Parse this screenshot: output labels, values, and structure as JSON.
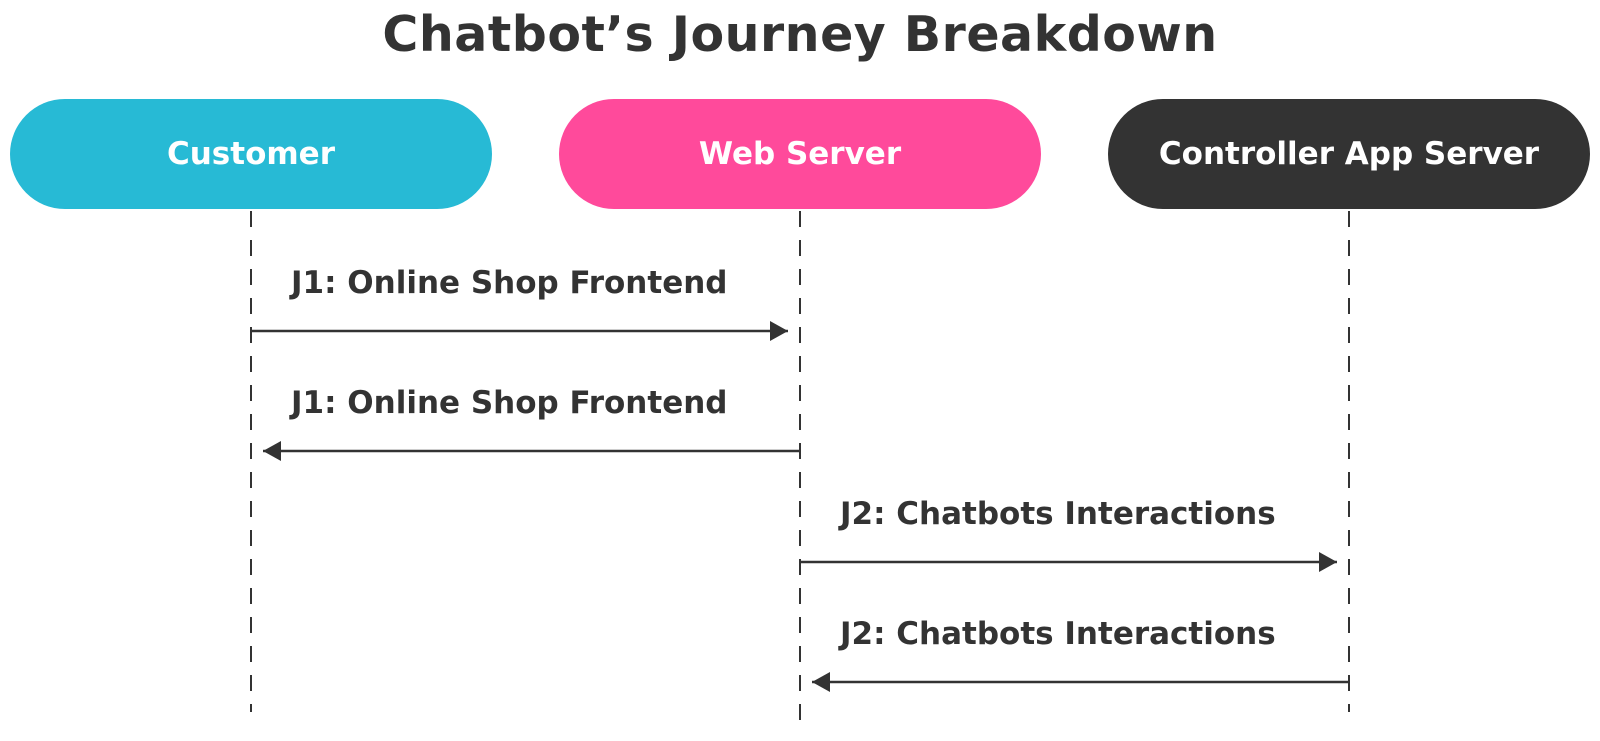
{
  "title": "Chatbot’s Journey Breakdown",
  "actors": [
    {
      "label": "Customer",
      "color": "#27BAD5"
    },
    {
      "label": "Web Server",
      "color": "#FF4A9B"
    },
    {
      "label": "Controller App Server",
      "color": "#333333"
    }
  ],
  "messages": [
    {
      "from": 0,
      "to": 1,
      "label": "J1: Online Shop Frontend"
    },
    {
      "from": 1,
      "to": 0,
      "label": "J1: Online Shop Frontend"
    },
    {
      "from": 1,
      "to": 2,
      "label": "J2: Chatbots Interactions"
    },
    {
      "from": 2,
      "to": 1,
      "label": "J2: Chatbots Interactions"
    }
  ],
  "colors": {
    "line": "#333333",
    "text": "#333333"
  }
}
